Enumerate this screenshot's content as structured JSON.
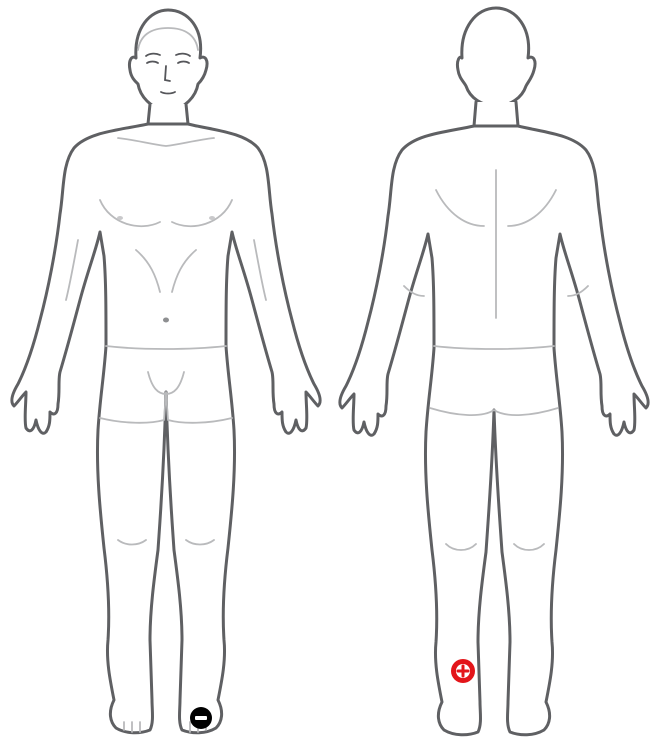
{
  "body_map": {
    "views": [
      {
        "id": "front",
        "name": "front-body-view"
      },
      {
        "id": "back",
        "name": "back-body-view"
      }
    ],
    "markers": [
      {
        "id": "front-ankle",
        "view": "front",
        "symbol": "minus",
        "fill": "#000000",
        "glyph_color": "#ffffff"
      },
      {
        "id": "back-calf",
        "view": "back",
        "symbol": "plus",
        "fill": "#e3151a",
        "glyph_color": "#ffffff"
      }
    ]
  },
  "colors": {
    "outline": "#5f6063",
    "detail": "#b9babc",
    "background": "#ffffff"
  }
}
